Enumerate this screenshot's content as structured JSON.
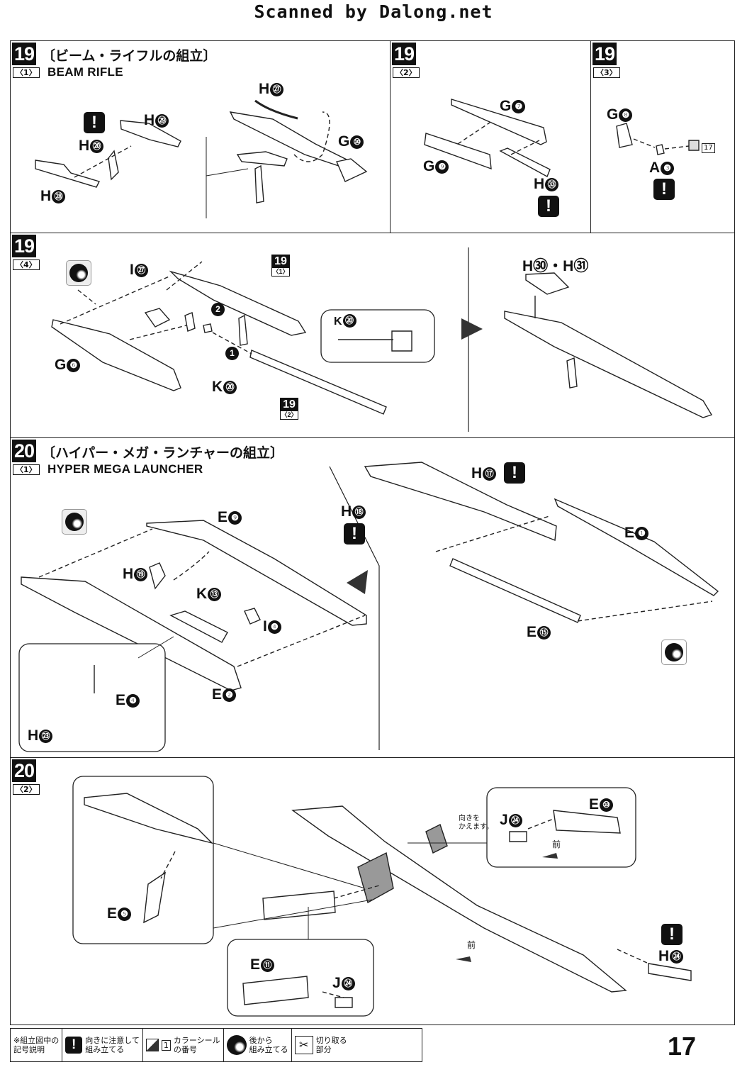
{
  "header": {
    "scan_credit": "Scanned by Dalong.net"
  },
  "step19": {
    "number": "19",
    "title_jp": "〔ビーム・ライフルの組立〕",
    "title_en": "BEAM RIFLE",
    "sub1": {
      "label": "〈1〉",
      "parts": {
        "h20": "H",
        "h20n": "⑳",
        "h29": "H",
        "h29n": "㉙",
        "h28": "H",
        "h28n": "㉘",
        "h27": "H",
        "h27n": "㉗",
        "g10": "G",
        "g10n": "⑩"
      }
    },
    "sub2": {
      "number": "19",
      "label": "〈2〉",
      "parts": {
        "g7": "G",
        "g7n": "❼",
        "g9": "G",
        "g9n": "❾",
        "h33": "H",
        "h33n": "㉝"
      }
    },
    "sub3": {
      "number": "19",
      "label": "〈3〉",
      "parts": {
        "g8": "G",
        "g8n": "❽",
        "a3": "A",
        "a3n": "❸",
        "sticker": "17"
      }
    },
    "sub4": {
      "number": "19",
      "label": "〈4〉",
      "parts": {
        "i27": "I",
        "i27n": "㉗",
        "g6": "G",
        "g6n": "❻",
        "k20": "K",
        "k20n": "⑳",
        "k20b": "K",
        "k20bn": "⑳",
        "ref1": "19",
        "ref1s": "〈1〉",
        "ref2": "19",
        "ref2s": "〈2〉",
        "h30": "H㉚・H㉛",
        "step1": "1",
        "step2": "2"
      }
    }
  },
  "step20": {
    "number": "20",
    "title_jp": "〔ハイパー・メガ・ランチャーの組立〕",
    "title_en": "HYPER MEGA LAUNCHER",
    "sub1": {
      "label": "〈1〉",
      "parts": {
        "e9": "E",
        "e9n": "❾",
        "h19": "H",
        "h19n": "⑲",
        "k13": "K",
        "k13n": "⑬",
        "i4": "I",
        "i4n": "❹",
        "e2": "E",
        "e2n": "❷",
        "e4": "E",
        "e4n": "❹",
        "h23": "H",
        "h23n": "㉓",
        "h17": "H",
        "h17n": "⑰",
        "h18": "H",
        "h18n": "⑱",
        "e1": "E",
        "e1n": "❶",
        "e15": "E",
        "e15n": "⑮"
      }
    },
    "sub2": {
      "number": "20",
      "label": "〈2〉",
      "parts": {
        "e5": "E",
        "e5n": "❺",
        "e10": "E",
        "e10n": "⑩",
        "j24": "J",
        "j24n": "㉔",
        "e11": "E",
        "e11n": "⑪",
        "j24b": "J",
        "j24bn": "㉔",
        "h24": "H",
        "h24n": "㉔",
        "front1": "前",
        "front2": "前",
        "turn_note": "向きを\nかえます。"
      }
    }
  },
  "legend": {
    "title": "※組立図中の\n記号説明",
    "warn_icon": "!",
    "warn_text": "向きに注意して\n組み立てる",
    "sticker_num": "1",
    "sticker_text": "カラーシール\nの番号",
    "back_text": "後から\n組み立てる",
    "cut_text": "切り取る\n部分"
  },
  "page_number": "17"
}
